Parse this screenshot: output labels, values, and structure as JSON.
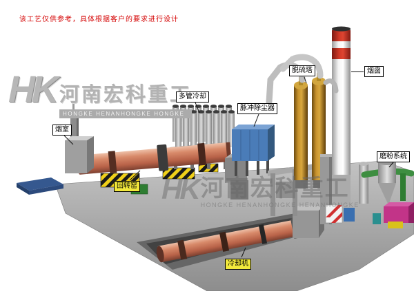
{
  "disclaimer": "该工艺仅供参考，具体根据客户的要求进行设计",
  "logo": {
    "monogram": "HK",
    "company_cn": "河南宏科重工",
    "company_en_strip": "HONGKE HENANHONGKE HONGKE"
  },
  "center_watermark": {
    "monogram": "HK",
    "text_cn": "河南宏科重工",
    "text_en": "HONGKE HENANHONGKE HENANHONGKE"
  },
  "equipment_labels": {
    "smoke_chamber": "烟室",
    "rotary_kiln": "回转窑",
    "multi_tube_cooler": "多管冷却",
    "pulse_dust_collector": "脉冲除尘器",
    "desulfurization_tower": "脱硫塔",
    "chimney": "烟囱",
    "grinding_system": "磨粉系统",
    "cooling_machine": "冷却机"
  },
  "colors": {
    "kiln_body": "#c97a5e",
    "dust_collector": "#4a7cb8",
    "desulfurization_tower": "#c6912c",
    "chimney_band_red": "#d23a28",
    "label_highlight_yellow": "#f2e93c",
    "disclaimer_red": "#d40000",
    "platform_gray": "#a3a3a3",
    "pipe_green": "#3e8e41",
    "mill_magenta": "#c23488"
  }
}
